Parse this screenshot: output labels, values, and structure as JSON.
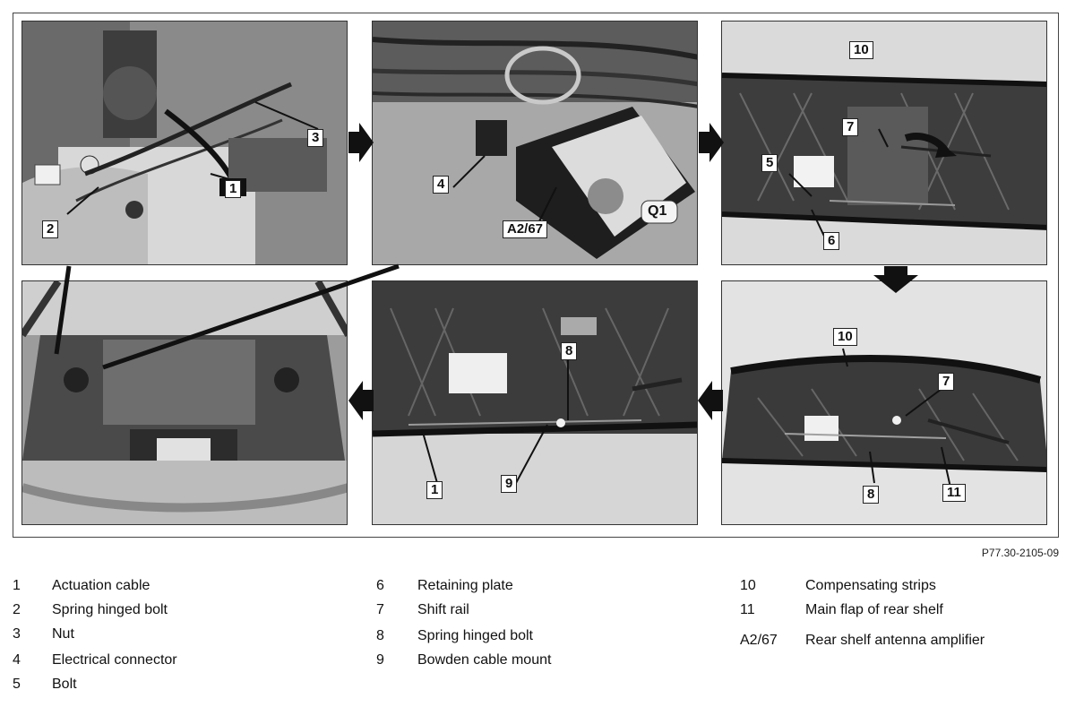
{
  "figure": {
    "id": "P77.30-2105-09",
    "panels": [
      {
        "name": "panel-engine-bay-top",
        "callouts": [
          "3",
          "1",
          "2"
        ]
      },
      {
        "name": "panel-antenna-amplifier",
        "callouts": [
          "4",
          "A2/67"
        ]
      },
      {
        "name": "panel-rear-shelf-underside-1",
        "callouts": [
          "10",
          "7",
          "5",
          "6"
        ]
      },
      {
        "name": "panel-trunk-overview",
        "callouts": []
      },
      {
        "name": "panel-rear-shelf-underside-2",
        "callouts": [
          "8",
          "1",
          "9"
        ]
      },
      {
        "name": "panel-rear-shelf-main-flap",
        "callouts": [
          "10",
          "7",
          "8",
          "11"
        ]
      }
    ],
    "amplifier_sticker_text": "Q1"
  },
  "legend": [
    {
      "num": "1",
      "text": "Actuation cable"
    },
    {
      "num": "2",
      "text": "Spring hinged bolt"
    },
    {
      "num": "3",
      "text": "Nut"
    },
    {
      "num": "4",
      "text": "Electrical connector"
    },
    {
      "num": "5",
      "text": "Bolt"
    },
    {
      "num": "6",
      "text": "Retaining plate"
    },
    {
      "num": "7",
      "text": "Shift rail"
    },
    {
      "num": "8",
      "text": "Spring hinged bolt"
    },
    {
      "num": "9",
      "text": "Bowden cable mount"
    },
    {
      "num": "10",
      "text": "Compensating strips"
    },
    {
      "num": "11",
      "text": "Main flap of rear shelf"
    },
    {
      "num": "A2/67",
      "text": "Rear shelf antenna amplifier"
    }
  ]
}
